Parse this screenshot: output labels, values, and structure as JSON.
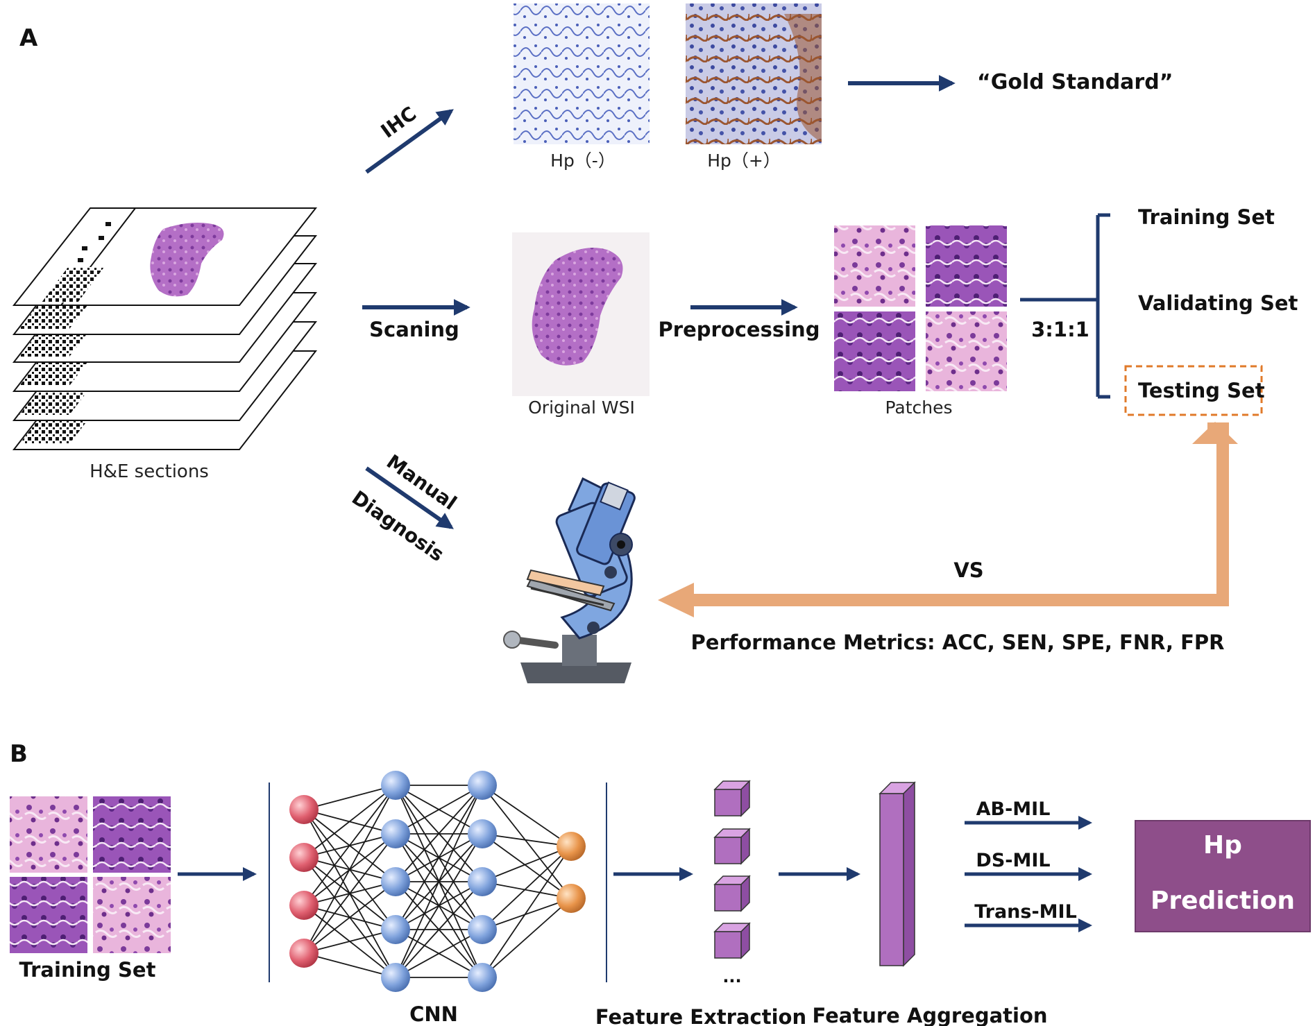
{
  "panel_a": {
    "label": "A",
    "ihc_label": "IHC",
    "hp_neg_label": "Hp（-）",
    "hp_pos_label": "Hp（+）",
    "gold_standard": "“Gold Standard”",
    "he_sections_label": "H&E sections",
    "scaning_label": "Scaning",
    "original_wsi_label": "Original WSI",
    "preprocessing_label": "Preprocessing",
    "patches_label": "Patches",
    "ratio_label": "3:1:1",
    "training_set": "Training Set",
    "validating_set": "Validating Set",
    "testing_set": "Testing Set",
    "manual_label": "Manual",
    "diagnosis_label": "Diagnosis",
    "vs_label": "VS",
    "metrics_label": "Performance Metrics: ACC, SEN, SPE, FNR, FPR"
  },
  "panel_b": {
    "label": "B",
    "training_set": "Training Set",
    "cnn_label": "CNN",
    "feature_extraction": "Feature Extraction",
    "ellipsis": "...",
    "feature_aggregation": "Feature Aggregation",
    "methods": [
      "AB-MIL",
      "DS-MIL",
      "Trans-MIL"
    ],
    "prediction_line1": "Hp",
    "prediction_line2": "Prediction"
  },
  "colors": {
    "arrow_navy": "#1f3a6e",
    "arrow_orange": "#e8a878",
    "testing_dash": "#e07a2a",
    "prediction_box": "#8e4e8a",
    "cube_purple": "#b06fbf",
    "node_red": "#e06070",
    "node_blue": "#7fa2dc",
    "node_orange": "#e8944a",
    "tissue_purple": "#a25cb8",
    "ihc_brown": "#9a5530"
  }
}
